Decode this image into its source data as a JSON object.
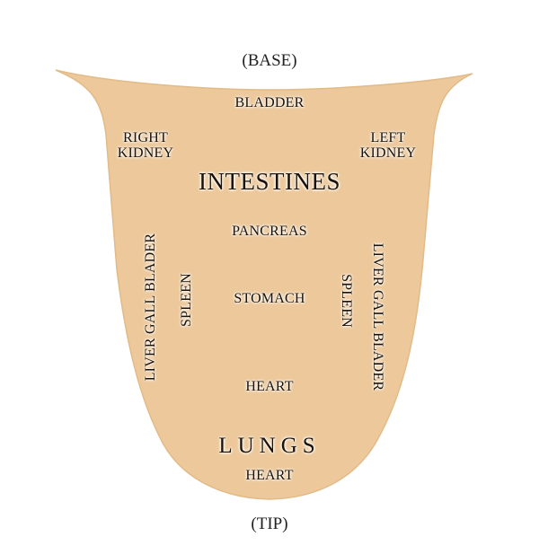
{
  "base_label": "(BASE)",
  "tip_label": "(TIP)",
  "regions": {
    "bladder": "BLADDER",
    "right_kidney": [
      "RIGHT",
      "KIDNEY"
    ],
    "left_kidney": [
      "LEFT",
      "KIDNEY"
    ],
    "intestines": "INTESTINES",
    "pancreas": "PANCREAS",
    "stomach": "STOMACH",
    "heart_center": "HEART",
    "lungs": "LUNGS",
    "heart_tip": "HEART",
    "left_liver_gall_bladder": "LIVER GALL BLADER",
    "right_liver_gall_bladder": "LIVER GALL BLADER",
    "left_spleen": "SPLEEN",
    "right_spleen": "SPLEEN"
  },
  "colors": {
    "tongue_fill": "#ecc89a",
    "tongue_edge": "#e2bb88",
    "text": "#1a1208"
  }
}
